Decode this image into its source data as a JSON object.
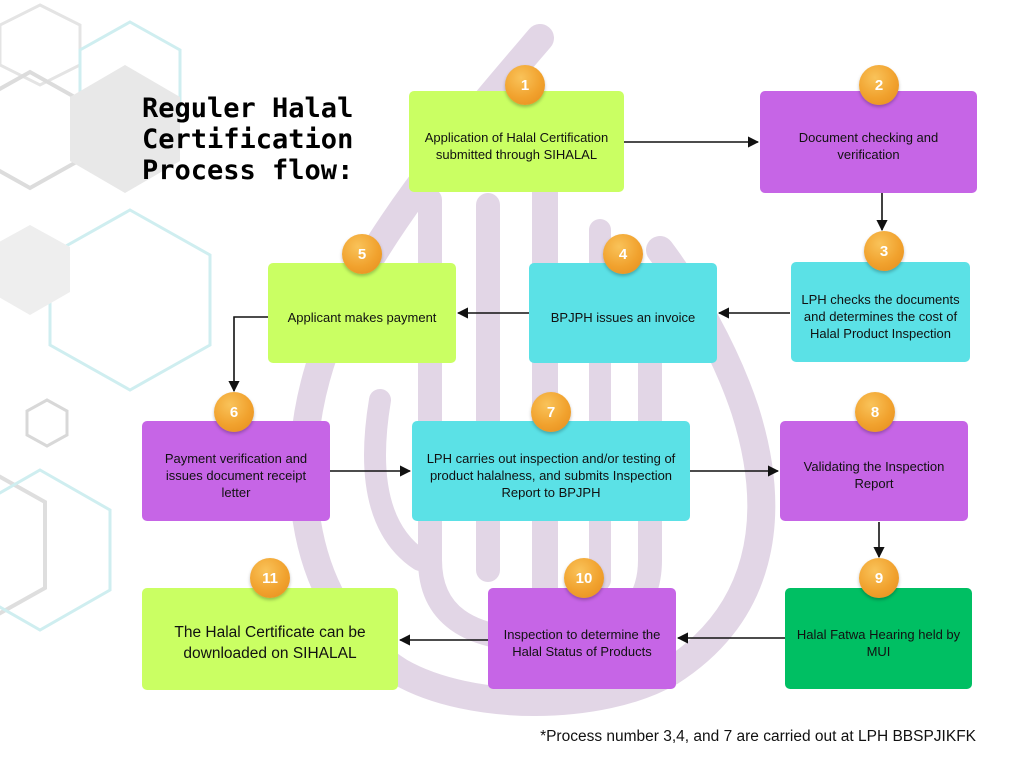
{
  "title_lines": [
    "Reguler Halal",
    "Certification",
    "Process flow:"
  ],
  "colors": {
    "green": "#caff63",
    "purple": "#c665e6",
    "cyan": "#5be1e6",
    "dark_green": "#00bf63",
    "badge": "#f1a22e",
    "watermark": "#e2d6e6",
    "hexagon_outline": "#cfeef0"
  },
  "steps": [
    {
      "number": "1",
      "text": "Application of Halal Certification submitted through SIHALAL",
      "color": "green"
    },
    {
      "number": "2",
      "text": "Document checking and verification",
      "color": "purple"
    },
    {
      "number": "3",
      "text": "LPH checks the documents and determines the cost of Halal Product Inspection",
      "color": "cyan"
    },
    {
      "number": "4",
      "text": "BPJPH issues an invoice",
      "color": "cyan"
    },
    {
      "number": "5",
      "text": "Applicant makes payment",
      "color": "green"
    },
    {
      "number": "6",
      "text": "Payment verification and issues document receipt letter",
      "color": "purple"
    },
    {
      "number": "7",
      "text": "LPH carries out inspection and/or testing of product halalness, and submits Inspection Report to BPJPH",
      "color": "cyan"
    },
    {
      "number": "8",
      "text": "Validating the Inspection Report",
      "color": "purple"
    },
    {
      "number": "9",
      "text": "Halal Fatwa Hearing held by MUI",
      "color": "dark_green"
    },
    {
      "number": "10",
      "text": "Inspection to determine the Halal Status of Products",
      "color": "purple"
    },
    {
      "number": "11",
      "text": "The Halal Certificate can be downloaded on SIHALAL",
      "color": "green"
    }
  ],
  "footnote": "*Process number 3,4, and 7 are carried out at LPH BBSPJIKFK"
}
